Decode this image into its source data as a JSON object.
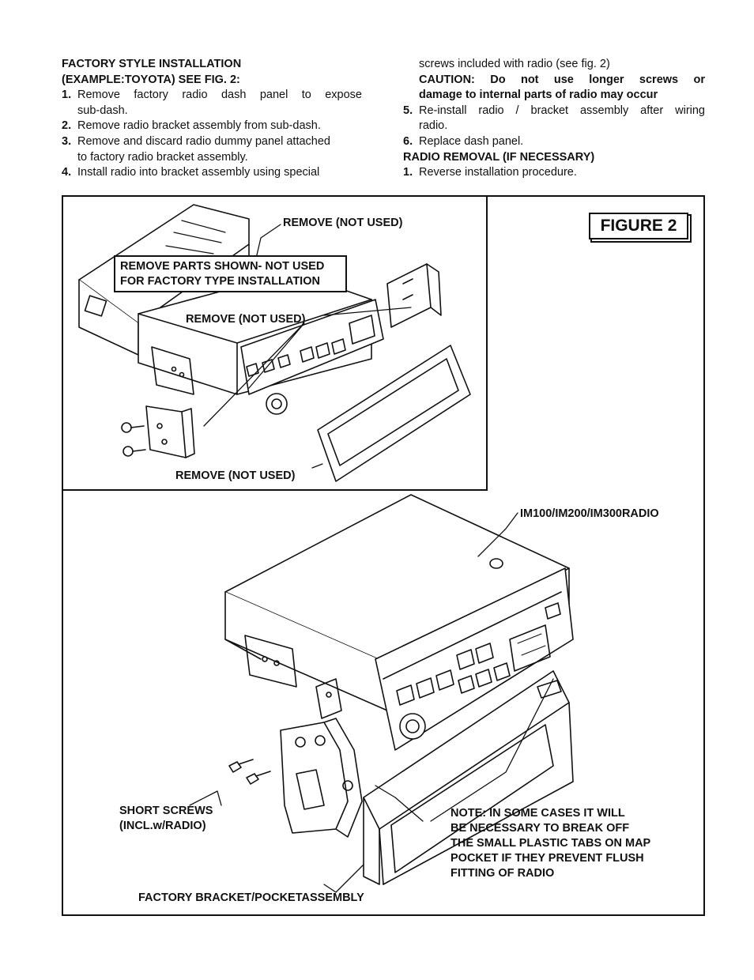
{
  "instructions": {
    "heading": "FACTORY STYLE INSTALLATION",
    "subheading": "(EXAMPLE:TOYOTA) SEE FIG. 2:",
    "steps": [
      {
        "num": "1.",
        "line1": "Remove factory radio dash panel to expose",
        "line2": "sub-dash."
      },
      {
        "num": "2.",
        "line1": "Remove radio bracket assembly from sub-dash."
      },
      {
        "num": "3.",
        "line1": "Remove and discard radio dummy panel attached",
        "line2": "to factory radio bracket assembly."
      },
      {
        "num": "4.",
        "line1": "Install radio into bracket assembly using special"
      }
    ],
    "step4_cont": "screws included with radio (see fig. 2)",
    "caution_line1": "CAUTION: Do not use longer screws or",
    "caution_line2": "damage to internal parts of radio may occur",
    "steps_2": [
      {
        "num": "5.",
        "line1": "Re-install radio / bracket assembly after wiring",
        "line2": "radio."
      },
      {
        "num": "6.",
        "line1": "Replace dash panel."
      }
    ],
    "removal_heading": "RADIO REMOVAL (IF NECESSARY)",
    "removal_step": {
      "num": "1.",
      "text": "Reverse installation procedure."
    }
  },
  "figure": {
    "title": "FIGURE 2",
    "inset_box_line1": "REMOVE PARTS SHOWN- NOT USED",
    "inset_box_line2": "FOR FACTORY TYPE INSTALLATION",
    "remove_top": "REMOVE (NOT USED)",
    "remove_middle": "REMOVE (NOT USED)",
    "remove_bottom": "REMOVE (NOT USED)",
    "radio_label": "IM100/IM200/IM300RADIO",
    "screws_line1": "SHORT SCREWS",
    "screws_line2": "(INCL.w/RADIO)",
    "bracket_label": "FACTORY BRACKET/POCKETASSEMBLY",
    "note_lines": [
      "NOTE: IN SOME CASES IT WILL",
      "BE NECESSARY TO BREAK OFF",
      "THE SMALL PLASTIC TABS ON MAP",
      "POCKET IF THEY PREVENT FLUSH",
      "FITTING OF RADIO"
    ]
  }
}
